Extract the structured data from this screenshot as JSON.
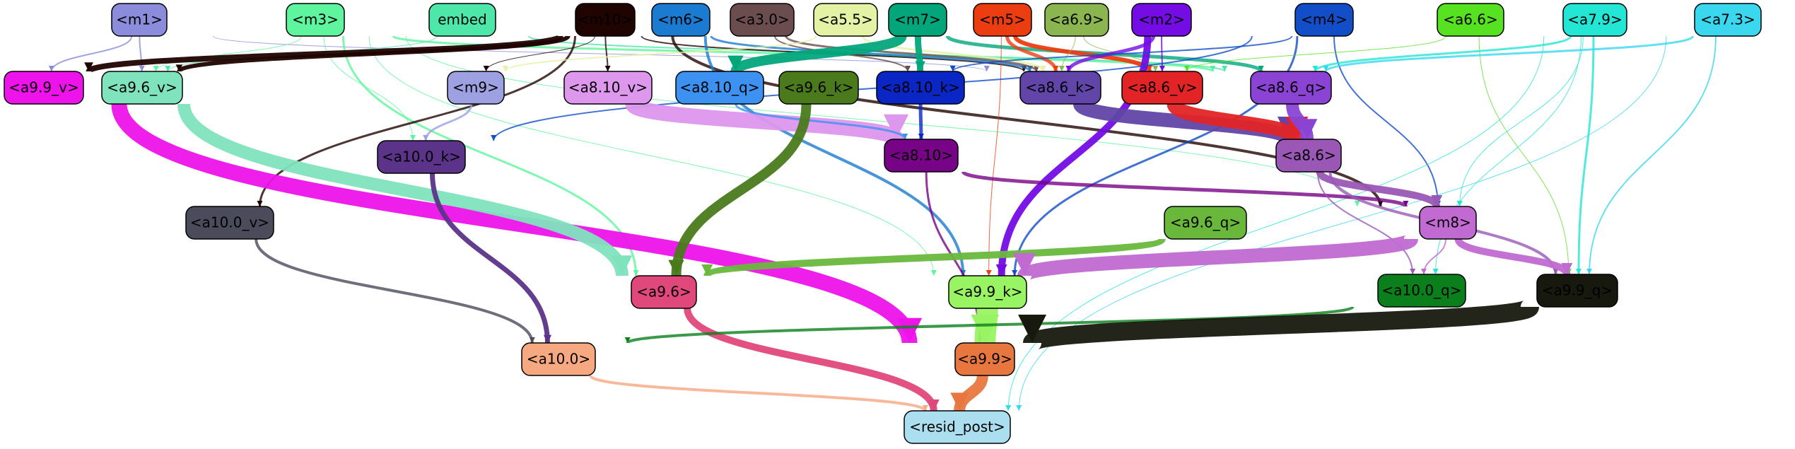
{
  "nodes": [
    {
      "id": "m1",
      "label": "<m1>",
      "fill": "#8b8cdc",
      "text": "#000000"
    },
    {
      "id": "m3",
      "label": "<m3>",
      "fill": "#5ef59e",
      "text": "#000000"
    },
    {
      "id": "embed",
      "label": "embed",
      "fill": "#4de8a9",
      "text": "#000000"
    },
    {
      "id": "m10",
      "label": "<m10>",
      "fill": "#200401",
      "text": "#000000"
    },
    {
      "id": "m6",
      "label": "<m6>",
      "fill": "#1a7bd0",
      "text": "#000000"
    },
    {
      "id": "a3_0",
      "label": "<a3.0>",
      "fill": "#6c4d4f",
      "text": "#000000"
    },
    {
      "id": "a5_5",
      "label": "<a5.5>",
      "fill": "#e3f2a5",
      "text": "#000000"
    },
    {
      "id": "m7",
      "label": "<m7>",
      "fill": "#03a67b",
      "text": "#000000"
    },
    {
      "id": "m5",
      "label": "<m5>",
      "fill": "#ec3d11",
      "text": "#000000"
    },
    {
      "id": "a6_9",
      "label": "<a6.9>",
      "fill": "#8bb54f",
      "text": "#000000"
    },
    {
      "id": "m2",
      "label": "<m2>",
      "fill": "#740ce4",
      "text": "#000000"
    },
    {
      "id": "m4",
      "label": "<m4>",
      "fill": "#124ec8",
      "text": "#000000"
    },
    {
      "id": "a6_6",
      "label": "<a6.6>",
      "fill": "#56e221",
      "text": "#000000"
    },
    {
      "id": "a7_9",
      "label": "<a7.9>",
      "fill": "#24e6d5",
      "text": "#000000"
    },
    {
      "id": "a7_3",
      "label": "<a7.3>",
      "fill": "#3bd7ef",
      "text": "#000000"
    },
    {
      "id": "a9_9_v",
      "label": "<a9.9_v>",
      "fill": "#ed13ea",
      "text": "#000000"
    },
    {
      "id": "a9_6_v",
      "label": "<a9.6_v>",
      "fill": "#7fe3be",
      "text": "#000000"
    },
    {
      "id": "m9",
      "label": "<m9>",
      "fill": "#9da1e2",
      "text": "#000000"
    },
    {
      "id": "a8_10_v",
      "label": "<a8.10_v>",
      "fill": "#dd97ed",
      "text": "#000000"
    },
    {
      "id": "a8_10_q",
      "label": "<a8.10_q>",
      "fill": "#3d91f0",
      "text": "#000000"
    },
    {
      "id": "a9_6_k",
      "label": "<a9.6_k>",
      "fill": "#4a7a1b",
      "text": "#000000"
    },
    {
      "id": "a8_10_k",
      "label": "<a8.10_k>",
      "fill": "#0a27c5",
      "text": "#000000"
    },
    {
      "id": "a8_6_k",
      "label": "<a8.6_k>",
      "fill": "#6145a8",
      "text": "#000000"
    },
    {
      "id": "a8_6_v",
      "label": "<a8.6_v>",
      "fill": "#e32426",
      "text": "#000000"
    },
    {
      "id": "a8_6_q",
      "label": "<a8.6_q>",
      "fill": "#8a43d3",
      "text": "#000000"
    },
    {
      "id": "a10_0_k",
      "label": "<a10.0_k>",
      "fill": "#5b3489",
      "text": "#000000"
    },
    {
      "id": "a8_10",
      "label": "<a8.10>",
      "fill": "#770486",
      "text": "#000000"
    },
    {
      "id": "a8_6",
      "label": "<a8.6>",
      "fill": "#9a57b6",
      "text": "#000000"
    },
    {
      "id": "a10_0_v",
      "label": "<a10.0_v>",
      "fill": "#4a4b5b",
      "text": "#000000"
    },
    {
      "id": "a9_6_q",
      "label": "<a9.6_q>",
      "fill": "#69b83c",
      "text": "#000000"
    },
    {
      "id": "m8",
      "label": "<m8>",
      "fill": "#c06ad2",
      "text": "#000000"
    },
    {
      "id": "a9_6",
      "label": "<a9.6>",
      "fill": "#e0487b",
      "text": "#000000"
    },
    {
      "id": "a9_9_k",
      "label": "<a9.9_k>",
      "fill": "#98f463",
      "text": "#000000"
    },
    {
      "id": "a10_0_q",
      "label": "<a10.0_q>",
      "fill": "#0b7f1c",
      "text": "#000000"
    },
    {
      "id": "a9_9_q",
      "label": "<a9.9_q>",
      "fill": "#18190e",
      "text": "#000000"
    },
    {
      "id": "a10_0",
      "label": "<a10.0>",
      "fill": "#f6a881",
      "text": "#000000"
    },
    {
      "id": "a9_9",
      "label": "<a9.9>",
      "fill": "#e8773f",
      "text": "#000000"
    },
    {
      "id": "resid_post",
      "label": "<resid_post>",
      "fill": "#abdff0",
      "text": "#000000"
    }
  ],
  "edges": [
    {
      "from": "m1",
      "to": "a9_9_v",
      "color": "#8b8cdc",
      "weight": 2
    },
    {
      "from": "m1",
      "to": "a9_6_v",
      "color": "#8b8cdc",
      "weight": 2
    },
    {
      "from": "m1",
      "to": "a8_6_k",
      "color": "#8b8cdc",
      "weight": 1
    },
    {
      "from": "m3",
      "to": "a9_6_v",
      "color": "#5ef59e",
      "weight": 1
    },
    {
      "from": "m3",
      "to": "a10_0_k",
      "color": "#5ef59e",
      "weight": 1
    },
    {
      "from": "m3",
      "to": "a9_6",
      "color": "#5ef59e",
      "weight": 3
    },
    {
      "from": "m3",
      "to": "a9_9_k",
      "color": "#5ef59e",
      "weight": 1
    },
    {
      "from": "m3",
      "to": "a8_6_q",
      "color": "#5ef59e",
      "weight": 3
    },
    {
      "from": "m3",
      "to": "m8",
      "color": "#5ef59e",
      "weight": 1
    },
    {
      "from": "embed",
      "to": "a9_6_v",
      "color": "#4de8a9",
      "weight": 1
    },
    {
      "from": "embed",
      "to": "a8_6_q",
      "color": "#4de8a9",
      "weight": 2
    },
    {
      "from": "m10",
      "to": "a9_9_v",
      "color": "#200401",
      "weight": 8
    },
    {
      "from": "m10",
      "to": "a9_6_v",
      "color": "#200401",
      "weight": 6
    },
    {
      "from": "m10",
      "to": "m9",
      "color": "#200401",
      "weight": 1
    },
    {
      "from": "m10",
      "to": "a8_10_v",
      "color": "#200401",
      "weight": 2
    },
    {
      "from": "m10",
      "to": "a10_0_v",
      "color": "#200401",
      "weight": 3
    },
    {
      "from": "m10",
      "to": "m8",
      "color": "#200401",
      "weight": 4
    },
    {
      "from": "m10",
      "to": "a8_6_k",
      "color": "#200401",
      "weight": 2
    },
    {
      "from": "m6",
      "to": "a9_9_k",
      "color": "#1a7bd0",
      "weight": 4
    },
    {
      "from": "m6",
      "to": "a8_6_k",
      "color": "#1a7bd0",
      "weight": 3
    },
    {
      "from": "a3_0",
      "to": "a8_6_k",
      "color": "#6c4d4f",
      "weight": 3
    },
    {
      "from": "a3_0",
      "to": "a8_10_k",
      "color": "#6c4d4f",
      "weight": 2
    },
    {
      "from": "a5_5",
      "to": "a8_6_k",
      "color": "#e3f2a5",
      "weight": 3
    },
    {
      "from": "a5_5",
      "to": "m9",
      "color": "#e3f2a5",
      "weight": 2
    },
    {
      "from": "m7",
      "to": "a8_10_q",
      "color": "#03a67b",
      "weight": 14
    },
    {
      "from": "m7",
      "to": "a8_10_k",
      "color": "#03a67b",
      "weight": 9
    },
    {
      "from": "m7",
      "to": "a8_6_q",
      "color": "#03a67b",
      "weight": 5
    },
    {
      "from": "m5",
      "to": "a8_6_v",
      "color": "#ec3d11",
      "weight": 6
    },
    {
      "from": "m5",
      "to": "a9_9_k",
      "color": "#ec3d11",
      "weight": 1
    },
    {
      "from": "m5",
      "to": "a8_6_k",
      "color": "#ec3d11",
      "weight": 5
    },
    {
      "from": "a6_9",
      "to": "a8_6_k",
      "color": "#8bb54f",
      "weight": 1
    },
    {
      "from": "a6_9",
      "to": "a8_6_v",
      "color": "#8bb54f",
      "weight": 1
    },
    {
      "from": "m2",
      "to": "a9_9_k",
      "color": "#740ce4",
      "weight": 10
    },
    {
      "from": "m2",
      "to": "a8_6_k",
      "color": "#740ce4",
      "weight": 5
    },
    {
      "from": "m2",
      "to": "a8_6_v",
      "color": "#740ce4",
      "weight": 2
    },
    {
      "from": "m4",
      "to": "a10_0_k",
      "color": "#124ec8",
      "weight": 2
    },
    {
      "from": "m4",
      "to": "a9_9_k",
      "color": "#124ec8",
      "weight": 3
    },
    {
      "from": "m4",
      "to": "m8",
      "color": "#124ec8",
      "weight": 2
    },
    {
      "from": "m4",
      "to": "a8_10_k",
      "color": "#124ec8",
      "weight": 2
    },
    {
      "from": "a6_6",
      "to": "a9_9_q",
      "color": "#56e221",
      "weight": 1
    },
    {
      "from": "a6_6",
      "to": "a8_6_v",
      "color": "#56e221",
      "weight": 1
    },
    {
      "from": "a7_9",
      "to": "a9_9_q",
      "color": "#24e6d5",
      "weight": 3
    },
    {
      "from": "a7_9",
      "to": "resid_post",
      "color": "#24e6d5",
      "weight": 1
    },
    {
      "from": "a7_9",
      "to": "a8_6_q",
      "color": "#24e6d5",
      "weight": 3
    },
    {
      "from": "a7_9",
      "to": "a10_0_q",
      "color": "#24e6d5",
      "weight": 1
    },
    {
      "from": "a7_9",
      "to": "m8",
      "color": "#24e6d5",
      "weight": 1
    },
    {
      "from": "a7_3",
      "to": "a9_9_q",
      "color": "#3bd7ef",
      "weight": 2
    },
    {
      "from": "a7_3",
      "to": "resid_post",
      "color": "#3bd7ef",
      "weight": 1
    },
    {
      "from": "a7_3",
      "to": "a8_6_q",
      "color": "#3bd7ef",
      "weight": 3
    },
    {
      "from": "a9_9_v",
      "to": "a9_9",
      "color": "#ed13ea",
      "weight": 22
    },
    {
      "from": "a9_6_v",
      "to": "a9_6",
      "color": "#7fe3be",
      "weight": 18
    },
    {
      "from": "m9",
      "to": "a10_0_k",
      "color": "#9da1e2",
      "weight": 3
    },
    {
      "from": "a8_10_v",
      "to": "a8_10",
      "color": "#dd97ed",
      "weight": 22
    },
    {
      "from": "a8_10_q",
      "to": "a8_10",
      "color": "#3d91f0",
      "weight": 3
    },
    {
      "from": "a9_6_k",
      "to": "a9_6",
      "color": "#4a7a1b",
      "weight": 14
    },
    {
      "from": "a8_10_k",
      "to": "a8_10",
      "color": "#0a27c5",
      "weight": 5
    },
    {
      "from": "a8_6_k",
      "to": "a8_6",
      "color": "#6145a8",
      "weight": 20
    },
    {
      "from": "a8_6_v",
      "to": "a8_6",
      "color": "#e32426",
      "weight": 20
    },
    {
      "from": "a8_6_q",
      "to": "a8_6",
      "color": "#8a43d3",
      "weight": 18
    },
    {
      "from": "a10_0_k",
      "to": "a10_0",
      "color": "#5b3489",
      "weight": 7
    },
    {
      "from": "a8_10",
      "to": "m8",
      "color": "#770486",
      "weight": 5
    },
    {
      "from": "a8_10",
      "to": "a9_9",
      "color": "#770486",
      "weight": 3
    },
    {
      "from": "a8_6",
      "to": "m8",
      "color": "#9a57b6",
      "weight": 10
    },
    {
      "from": "a8_6",
      "to": "a9_9_q",
      "color": "#9a57b6",
      "weight": 4
    },
    {
      "from": "a8_6",
      "to": "a10_0_q",
      "color": "#9a57b6",
      "weight": 2
    },
    {
      "from": "a10_0_v",
      "to": "a10_0",
      "color": "#4a4b5b",
      "weight": 4
    },
    {
      "from": "a9_6_q",
      "to": "a9_6",
      "color": "#69b83c",
      "weight": 10
    },
    {
      "from": "m8",
      "to": "a9_9_k",
      "color": "#c06ad2",
      "weight": 20
    },
    {
      "from": "m8",
      "to": "a9_9_q",
      "color": "#c06ad2",
      "weight": 10
    },
    {
      "from": "m8",
      "to": "a10_0_q",
      "color": "#c06ad2",
      "weight": 2
    },
    {
      "from": "a9_6",
      "to": "resid_post",
      "color": "#e0487b",
      "weight": 10
    },
    {
      "from": "a9_9_k",
      "to": "a9_9",
      "color": "#98f463",
      "weight": 30
    },
    {
      "from": "a10_0_q",
      "to": "a10_0",
      "color": "#0b7f1c",
      "weight": 4
    },
    {
      "from": "a9_9_q",
      "to": "a9_9",
      "color": "#18190e",
      "weight": 26
    },
    {
      "from": "a10_0",
      "to": "resid_post",
      "color": "#f6a881",
      "weight": 4
    },
    {
      "from": "a9_9",
      "to": "resid_post",
      "color": "#e8773f",
      "weight": 16
    }
  ]
}
